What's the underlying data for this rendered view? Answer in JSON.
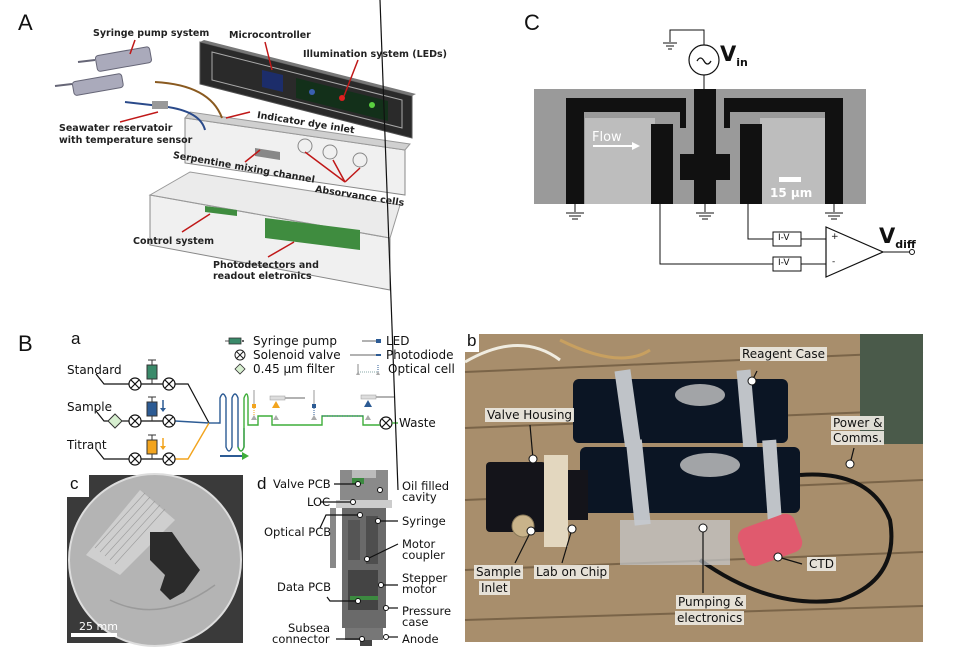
{
  "panels": {
    "A": {
      "letter": "A",
      "labels": {
        "syringe_pump": "Syringe pump system",
        "microcontroller": "Microcontroller",
        "illumination": "Illumination system (LEDs)",
        "indicator_inlet": "Indicator dye inlet",
        "seawater_1": "Seawater reservatoir",
        "seawater_2": "with temperature  sensor",
        "serpentine": "Serpentine mixing channel",
        "absorbance": "Absorvance cells",
        "control": "Control system",
        "photodetectors_1": "Photodetectors and",
        "photodetectors_2": "readout eletronics"
      },
      "led_colors": [
        "#3a5fb0",
        "#e02020",
        "#5ad040"
      ]
    },
    "C": {
      "letter": "C",
      "vin_label": "V",
      "vin_sub": "in",
      "flow_label": "Flow",
      "scale_label": "15 µm",
      "iv_label_1": "I-V",
      "iv_label_2": "I-V",
      "plus": "+",
      "minus": "-",
      "vdiff_label": "V",
      "vdiff_sub": "diff"
    },
    "B": {
      "letter": "B",
      "a": {
        "letter": "a",
        "legend": {
          "syringe_pump": "Syringe pump",
          "solenoid_valve": "Solenoid valve",
          "filter": "0.45 µm filter",
          "led": "LED",
          "photodiode": "Photodiode",
          "optical_cell": "Optical cell"
        },
        "inputs": [
          "Standard",
          "Sample",
          "Titrant"
        ],
        "waste": "Waste",
        "colors": {
          "standard": "#111111",
          "sample": "#2c5b94",
          "titrant": "#f2a41e",
          "mixed": "#3fae3a",
          "syringe_standard": "#3a8a6a"
        }
      },
      "b": {
        "letter": "b",
        "labels": {
          "reagent_case": "Reagent Case",
          "valve_housing": "Valve Housing",
          "power_1": "Power &",
          "power_2": "Comms.",
          "sample_inlet_1": "Sample",
          "sample_inlet_2": "Inlet",
          "lab_on_chip": "Lab on Chip",
          "ctd": "CTD",
          "pumping_1": "Pumping &",
          "pumping_2": "electronics"
        }
      },
      "c": {
        "letter": "c",
        "scale_label": "25 mm"
      },
      "d": {
        "letter": "d",
        "left_labels": [
          "Valve PCB",
          "LOC",
          "Optical PCB",
          "Data PCB",
          "Subsea",
          "connector"
        ],
        "right_labels": [
          "Oil filled",
          "cavity",
          "Syringe",
          "Motor",
          "coupler",
          "Stepper",
          "motor",
          "Pressure",
          "case",
          "Anode"
        ]
      }
    }
  }
}
